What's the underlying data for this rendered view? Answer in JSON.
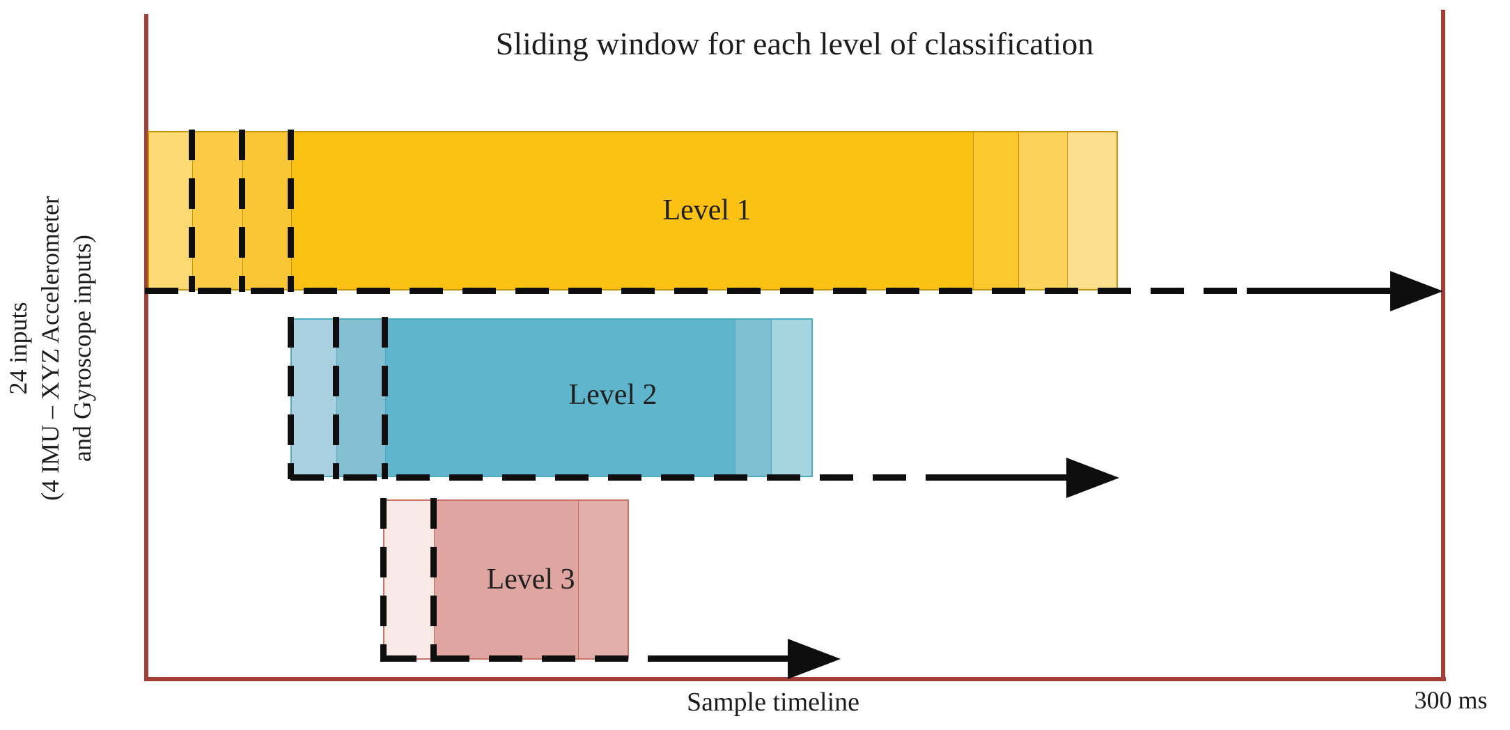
{
  "title": "Sliding window for each level of classification",
  "y_axis": {
    "line1": "24 inputs",
    "line2": "(4 IMU – XYZ Accelerometer",
    "line3": "and Gyroscope inputs)"
  },
  "x_axis": {
    "label": "Sample timeline",
    "end_time": "300 ms"
  },
  "levels": [
    {
      "label": "Level 1"
    },
    {
      "label": "Level 2"
    },
    {
      "label": "Level 3"
    }
  ],
  "colors": {
    "frame": "#A33E37",
    "dash": "#0E0E0E",
    "text": "#1C1C1C",
    "l1_border": "#C59509",
    "l1_s1": "#FCD973",
    "l1_s2": "#FBCB45",
    "l1_s3": "#FBC636",
    "l1_main": "#FBC113",
    "l1_r1": "#FBC82E",
    "l1_r2": "#FCD25B",
    "l1_r3": "#FCDF8C",
    "l2_border": "#4FA9C0",
    "l2_s1": "#A9D0DE",
    "l2_s2": "#84C0D1",
    "l2_main": "#5FB6CC",
    "l2_r1": "#7EBFD1",
    "l2_r2": "#A5D6E0",
    "l3_border": "#C97467",
    "l3_s1": "#F8E9E7",
    "l3_main": "#DFA5A0",
    "l3_r1": "#E3AFAA"
  }
}
